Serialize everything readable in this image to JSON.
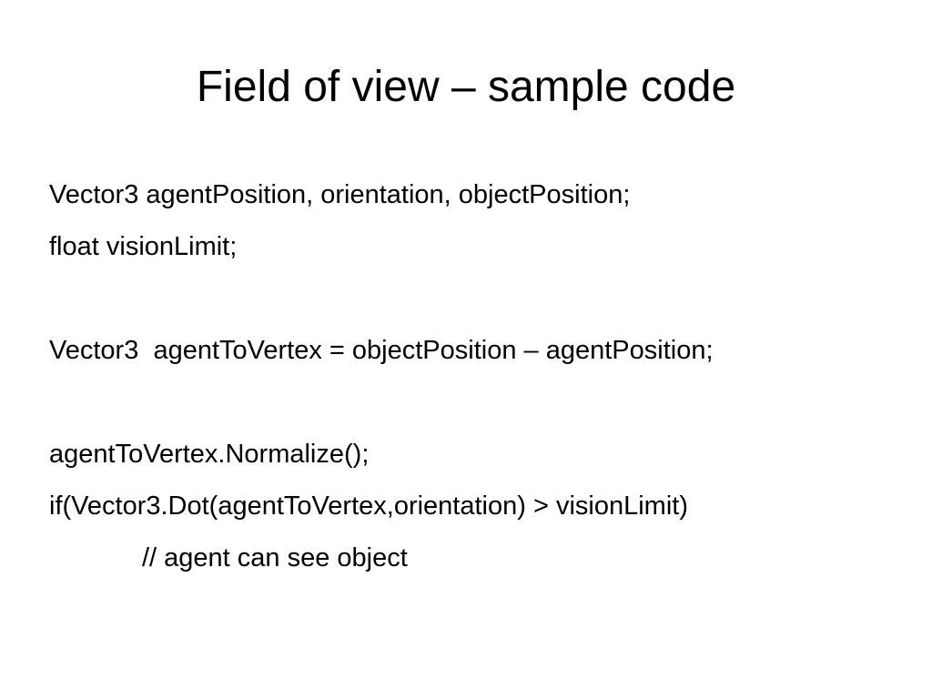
{
  "slide": {
    "title": "Field of view – sample code",
    "lines": [
      "Vector3 agentPosition, orientation, objectPosition;",
      "float visionLimit;",
      "",
      "Vector3  agentToVertex = objectPosition – agentPosition;",
      "",
      "agentToVertex.Normalize();",
      "if(Vector3.Dot(agentToVertex,orientation) > visionLimit)",
      "// agent can see object"
    ]
  }
}
